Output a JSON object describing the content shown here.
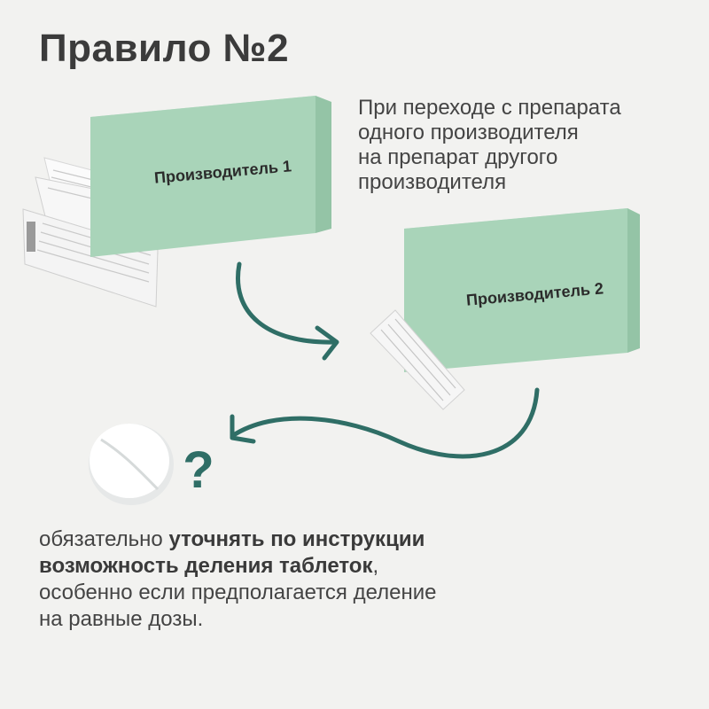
{
  "title": "Правило №2",
  "intro_lines": [
    "При переходе с препарата",
    "одного производителя",
    "на препарат другого",
    "производителя"
  ],
  "box1_label": "Производитель 1",
  "box2_label": "Производитель 2",
  "question_mark": "?",
  "bottom": {
    "line1_normal": "обязательно ",
    "line1_bold": "уточнять по инструкции",
    "line2_bold": "возможность деления таблеток",
    "line2_normal": ",",
    "line3": "особенно если предполагается деление",
    "line4": "на равные дозы."
  },
  "colors": {
    "box_front": "#a9d4b9",
    "box_top": "#c3e2cf",
    "box_side": "#94c4a6",
    "arrow": "#2f6e66",
    "question": "#2f6e66"
  }
}
